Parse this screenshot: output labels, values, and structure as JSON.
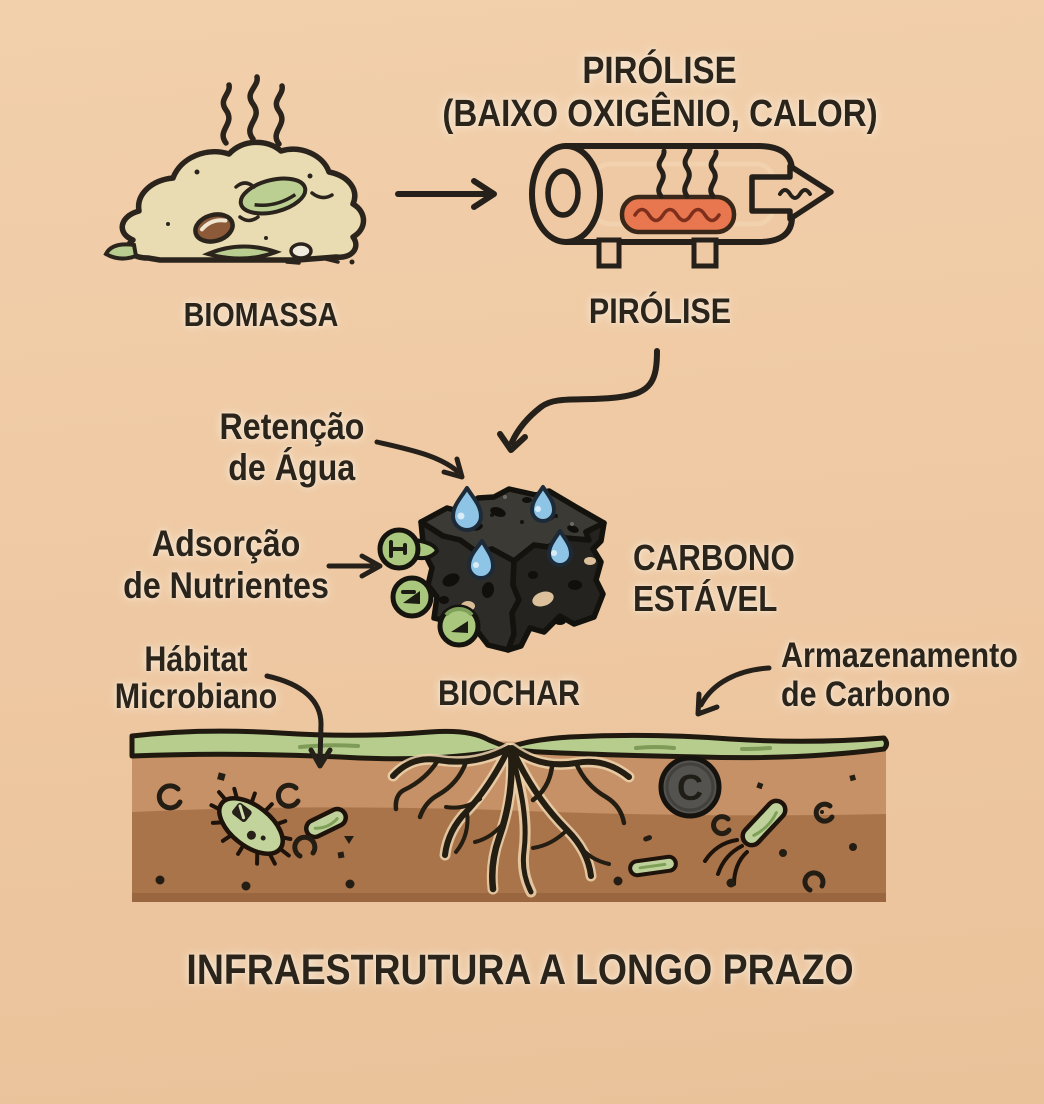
{
  "diagram": {
    "title": {
      "line1": "PIRÓLISE",
      "line2": "(BAIXO OXIGÊNIO, CALOR)"
    },
    "nodes": {
      "biomassa": "BIOMASSA",
      "pirolise": "PIRÓLISE",
      "biochar": "BIOCHAR",
      "carbono_estavel": {
        "line1": "CARBONO",
        "line2": "ESTÁVEL"
      }
    },
    "annotations": {
      "retencao_agua": {
        "line1": "Retenção",
        "line2": "de Água"
      },
      "adsorcao_nutrientes": {
        "line1": "Adsorção",
        "line2": "de Nutrientes"
      },
      "habitat_microbiano": {
        "line1": "Hábitat",
        "line2": "Microbiano"
      },
      "armazenamento_carbono": {
        "line1": "Armazenamento",
        "line2": "de Carbono"
      }
    },
    "soil": {
      "carbon_symbol": "C"
    },
    "caption": "INFRAESTRUTURA A LONGO PRAZO"
  },
  "colors": {
    "bg": "#eec9a4",
    "ink": "#2b241b",
    "grass": "#b6cd8e",
    "grass-line": "#7e9b57",
    "soil-top": "#c69166",
    "soil-bottom": "#aa744b",
    "soil-shadow": "#99663f",
    "biomass": "#eadcb2",
    "leaf-green": "#bccf92",
    "seed-brown": "#8d5a39",
    "heat-orange": "#e8764f",
    "heat-wave": "#7e2f1c",
    "char-top": "#3b3a35",
    "char-left": "#2d2c28",
    "char-right": "#24231f",
    "droplet-blue": "#8ec4e6",
    "nutrient-green": "#a9c77d",
    "carbon-dot": "#555350"
  }
}
